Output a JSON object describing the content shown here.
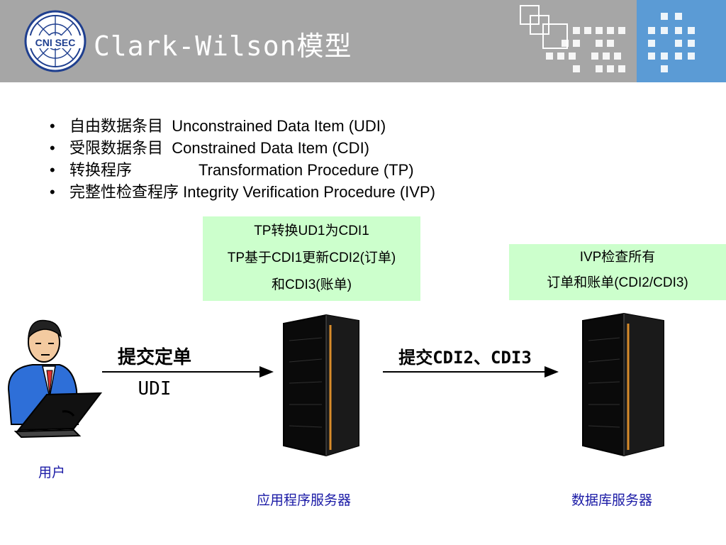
{
  "header": {
    "title": "Clark-Wilson模型",
    "logo_text": "CNI SEC",
    "bg_color": "#a6a6a6"
  },
  "bullets": [
    {
      "zh": "自由数据条目",
      "en": "Unconstrained Data Item (UDI)"
    },
    {
      "zh": "受限数据条目",
      "en": "Constrained Data Item (CDI)"
    },
    {
      "zh": "转换程序",
      "en": "Transformation Procedure (TP)"
    },
    {
      "zh": "完整性检查程序",
      "en": "Integrity Verification Procedure (IVP)"
    }
  ],
  "tp_box": {
    "lines": [
      "TP转换UD1为CDI1",
      "TP基于CDI1更新CDI2(订单)",
      "和CDI3(账单)"
    ],
    "bg_color": "#ccffcc"
  },
  "ivp_box": {
    "lines": [
      "IVP检查所有",
      "订单和账单(CDI2/CDI3)"
    ],
    "bg_color": "#ccffcc"
  },
  "diagram": {
    "arrow1_top": "提交定单",
    "arrow1_bottom": "UDI",
    "arrow2_label": "提交CDI2、CDI3",
    "label_user": "用户",
    "label_app_server": "应用程序服务器",
    "label_db_server": "数据库服务器",
    "caption_color": "#1a1aa6"
  }
}
